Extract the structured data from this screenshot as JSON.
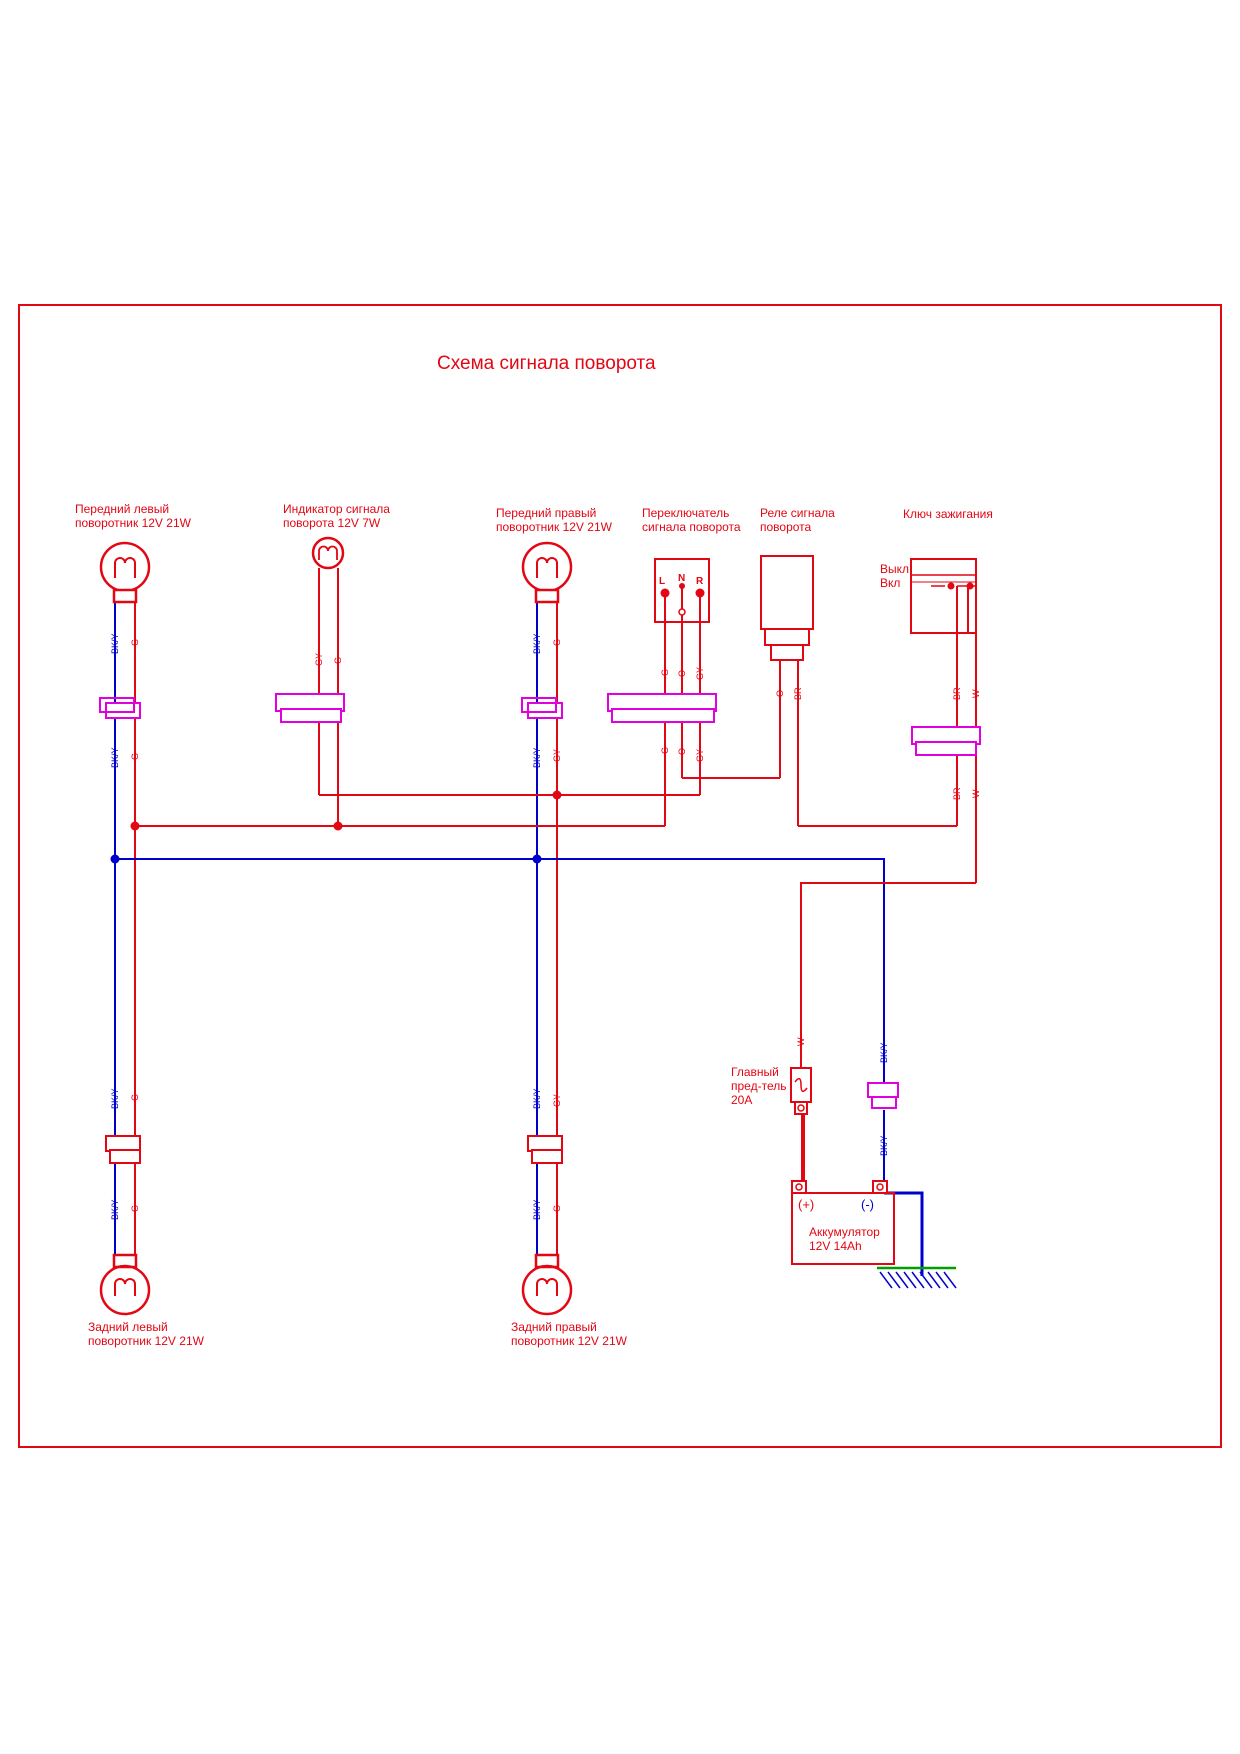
{
  "title": "Схема сигнала поворота",
  "colors": {
    "red": "#e30613",
    "blue": "#0000cc",
    "magenta": "#e000e0",
    "green": "#00a000"
  },
  "components": {
    "front_left": {
      "line1": "Передний левый",
      "line2": "поворотник 12V 21W"
    },
    "indicator": {
      "line1": "Индикатор сигнала",
      "line2": "поворота 12V 7W"
    },
    "front_right": {
      "line1": "Передний правый",
      "line2": "поворотник 12V 21W"
    },
    "switch": {
      "line1": "Переключатель",
      "line2": "сигнала поворота",
      "pins": [
        "L",
        "N",
        "R"
      ]
    },
    "relay": {
      "line1": "Реле сигнала",
      "line2": "поворота"
    },
    "ignition": {
      "title": "Ключ зажигания",
      "off": "Выкл",
      "on": "Вкл"
    },
    "rear_left": {
      "line1": "Задний левый",
      "line2": "поворотник 12V 21W"
    },
    "rear_right": {
      "line1": "Задний правый",
      "line2": "поворотник 12V 21W"
    },
    "fuse": {
      "line1": "Главный",
      "line2": "пред-тель",
      "line3": "20А"
    },
    "battery": {
      "plus": "(+)",
      "minus": "(-)",
      "line1": "Аккумулятор",
      "line2": "12V 14Ah"
    }
  },
  "wire_codes": {
    "bky": "BK/Y",
    "g": "G",
    "gy": "GY",
    "o": "O",
    "br": "BR",
    "w": "W"
  }
}
